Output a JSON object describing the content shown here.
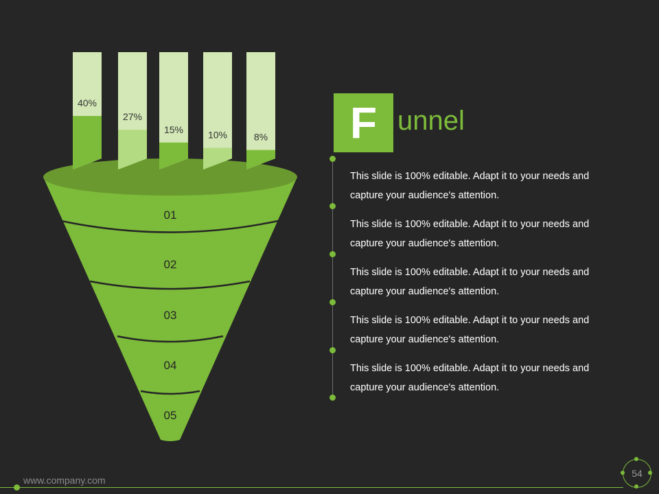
{
  "title": {
    "letter": "F",
    "rest": "unnel"
  },
  "bars": [
    {
      "label": "40%",
      "value": 40
    },
    {
      "label": "27%",
      "value": 27
    },
    {
      "label": "15%",
      "value": 15
    },
    {
      "label": "10%",
      "value": 10
    },
    {
      "label": "8%",
      "value": 8
    }
  ],
  "funnel": {
    "stages": [
      "01",
      "02",
      "03",
      "04",
      "05"
    ]
  },
  "descriptions": [
    {
      "line1": "This slide is 100% editable. Adapt it to your needs and",
      "line2": "capture your audience's attention."
    },
    {
      "line1": "This slide is 100% editable. Adapt it to your needs and",
      "line2": "capture your audience's attention."
    },
    {
      "line1": "This slide is 100% editable. Adapt it to your needs and",
      "line2": "capture your audience's attention."
    },
    {
      "line1": "This slide is 100% editable. Adapt it to your needs and",
      "line2": "capture your audience's attention."
    },
    {
      "line1": "This slide is 100% editable. Adapt it to your needs and",
      "line2": "capture your audience's attention."
    }
  ],
  "footer": {
    "url": "www.company.com",
    "page": "54"
  },
  "colors": {
    "background": "#262626",
    "accent": "#7DBB3A",
    "funnel_top": "#6A9A2F",
    "bar_light": "#D3E8B6",
    "bar_mid": "#B3DC82"
  }
}
